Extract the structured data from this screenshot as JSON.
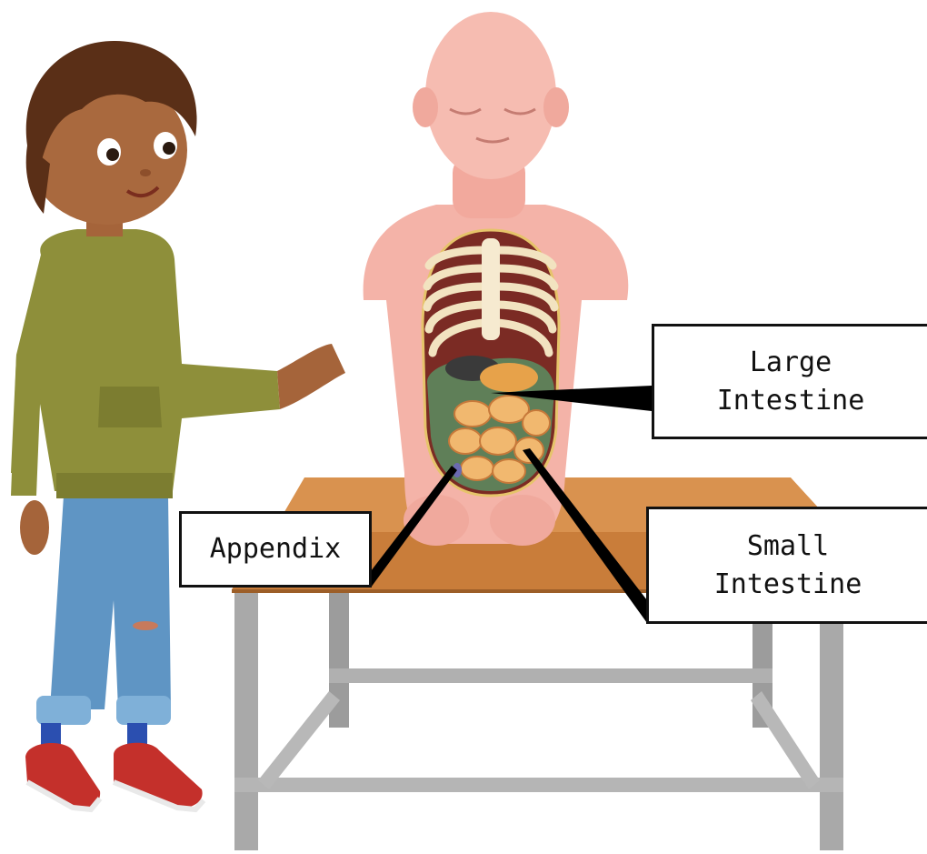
{
  "labels": {
    "large_intestine": {
      "line1": "Large",
      "line2": "Intestine"
    },
    "small_intestine": {
      "line1": "Small",
      "line2": "Intestine"
    },
    "appendix": {
      "text": "Appendix"
    }
  },
  "colors": {
    "skin": "#f4b3a8",
    "skin_shade": "#e9968b",
    "table_top": "#d9924f",
    "table_legs": "#a7a7a7",
    "hoodie": "#8e8f3a",
    "jeans": "#5f95c4",
    "hair": "#5a2f17",
    "shoes": "#c4302b",
    "intestine": "#e8a25c",
    "ribs": "#f2e3c0",
    "leader_line": "#000000"
  },
  "icons": [
    "child-figure-illustration",
    "torso-anatomy-model",
    "wooden-table"
  ]
}
